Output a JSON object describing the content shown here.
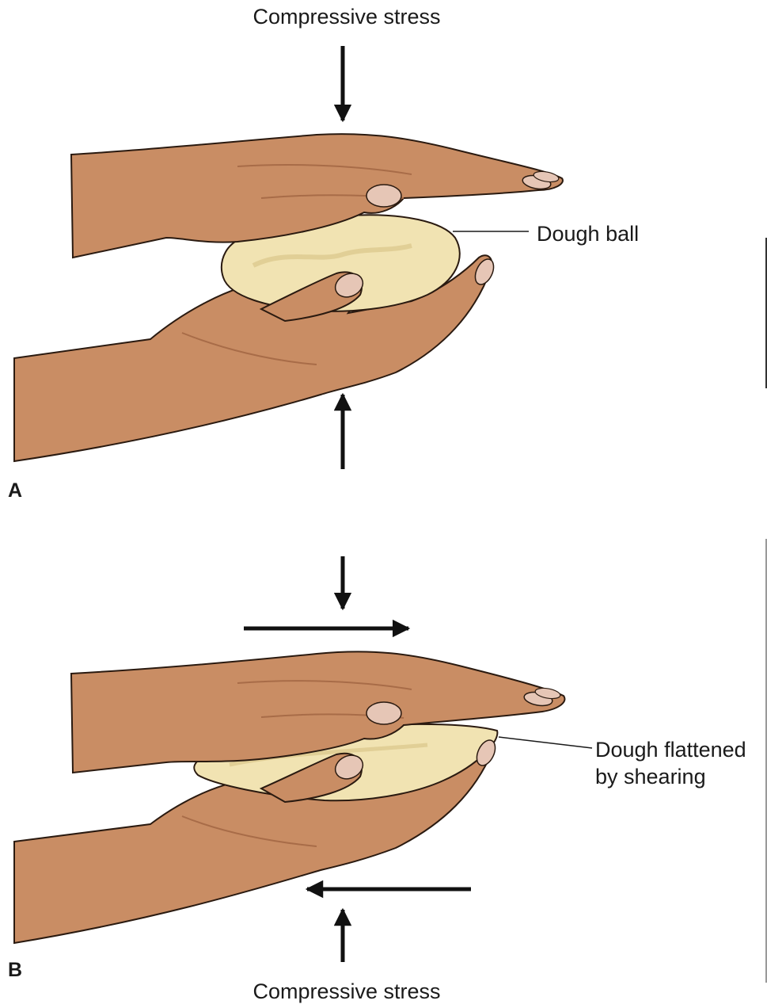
{
  "labels": {
    "top_stress": "Compressive stress",
    "bottom_stress": "Compressive stress",
    "dough_ball": "Dough ball",
    "dough_flattened_line1": "Dough flattened",
    "dough_flattened_line2": "by shearing",
    "panel_a": "A",
    "panel_b": "B"
  },
  "colors": {
    "skin": "#c98d64",
    "skin_shadow": "#a86c48",
    "nail": "#e6c6b6",
    "dough": "#f1e3b2",
    "dough_shadow": "#ddc98e",
    "arrow": "#111111",
    "outline": "#2a1a10"
  }
}
